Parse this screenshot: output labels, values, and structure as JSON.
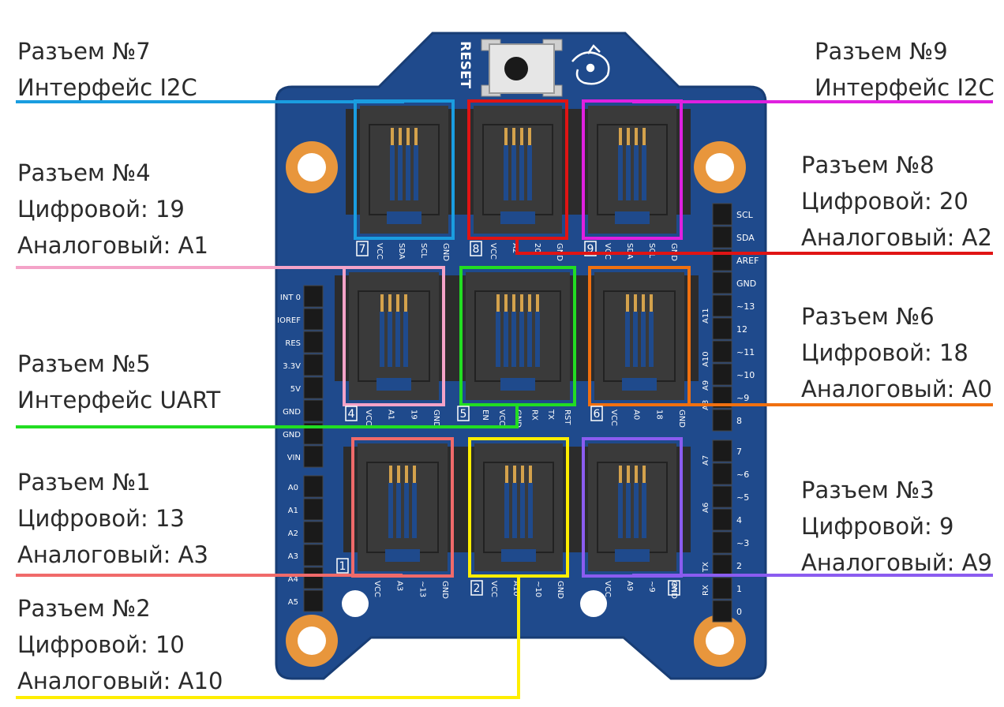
{
  "board": {
    "reset_label": "RESET",
    "header_right": [
      "SCL",
      "SDA",
      "AREF",
      "GND",
      "~13",
      "12",
      "~11",
      "~10",
      "~9",
      "8",
      "7",
      "~6",
      "~5",
      "4",
      "~3",
      "2",
      "TX→1",
      "RX←0"
    ],
    "header_right_display": [
      "SCL",
      "SDA",
      "AREF",
      "GND",
      "~13",
      "12",
      "~11",
      "~10",
      "~9",
      "8",
      "7",
      "~6",
      "~5",
      "4",
      "~3",
      "2",
      "1",
      "0"
    ],
    "header_right_alt": [
      "A11",
      "A10",
      "A9",
      "A8",
      "A7",
      "A6",
      "TX",
      "RX"
    ],
    "header_left_power": [
      "INT 0",
      "IOREF",
      "RES",
      "3.3V",
      "5V",
      "GND",
      "GND",
      "VIN"
    ],
    "header_left_analog": [
      "A0",
      "A1",
      "A2",
      "A3",
      "A4",
      "A5"
    ]
  },
  "connectors": [
    {
      "id": "1",
      "label_line1": "Разъем №1",
      "label_line2": "Цифровой: 13",
      "label_line3": "Аналоговый: A3",
      "color": "#f06a6a",
      "pins": [
        "VCC",
        "A3",
        "~13",
        "GND"
      ]
    },
    {
      "id": "2",
      "label_line1": "Разъем №2",
      "label_line2": "Цифровой: 10",
      "label_line3": "Аналоговый: A10",
      "color": "#ffee00",
      "pins": [
        "VCC",
        "A10",
        "~10",
        "GND"
      ]
    },
    {
      "id": "3",
      "label_line1": "Разъем №3",
      "label_line2": "Цифровой: 9",
      "label_line3": "Аналоговый: A9",
      "color": "#8b5cf0",
      "pins": [
        "VCC",
        "A9",
        "~9",
        "GND"
      ]
    },
    {
      "id": "4",
      "label_line1": "Разъем №4",
      "label_line2": "Цифровой: 19",
      "label_line3": "Аналоговый: A1",
      "color": "#f4a3c8",
      "pins": [
        "VCC",
        "A1",
        "19",
        "GND"
      ]
    },
    {
      "id": "5",
      "label_line1": "Разъем №5",
      "label_line2": "Интерфейс UART",
      "color": "#22dd22",
      "pins": [
        "EN",
        "VCC",
        "GND",
        "RX",
        "TX",
        "RST"
      ]
    },
    {
      "id": "6",
      "label_line1": "Разъем №6",
      "label_line2": "Цифровой: 18",
      "label_line3": "Аналоговый: A0",
      "color": "#f07010",
      "pins": [
        "VCC",
        "A0",
        "18",
        "GND"
      ]
    },
    {
      "id": "7",
      "label_line1": "Разъем №7",
      "label_line2": "Интерфейс I2C",
      "color": "#1a9de0",
      "pins": [
        "VCC",
        "SDA",
        "SCL",
        "GND"
      ]
    },
    {
      "id": "8",
      "label_line1": "Разъем №8",
      "label_line2": "Цифровой: 20",
      "label_line3": "Аналоговый: A2",
      "color": "#e01414",
      "pins": [
        "VCC",
        "A2",
        "20",
        "GND"
      ]
    },
    {
      "id": "9",
      "label_line1": "Разъем №9",
      "label_line2": "Интерфейс I2C",
      "color": "#e020e0",
      "pins": [
        "VCC",
        "SDA",
        "SCL",
        "GND"
      ]
    }
  ],
  "colors": {
    "board": "#1f4a8c",
    "board_edge": "#183d75",
    "mount_ring": "#e8963c",
    "jack_body": "#2c2c2c",
    "header": "#1a1a1a",
    "silkscreen": "#ffffff"
  }
}
